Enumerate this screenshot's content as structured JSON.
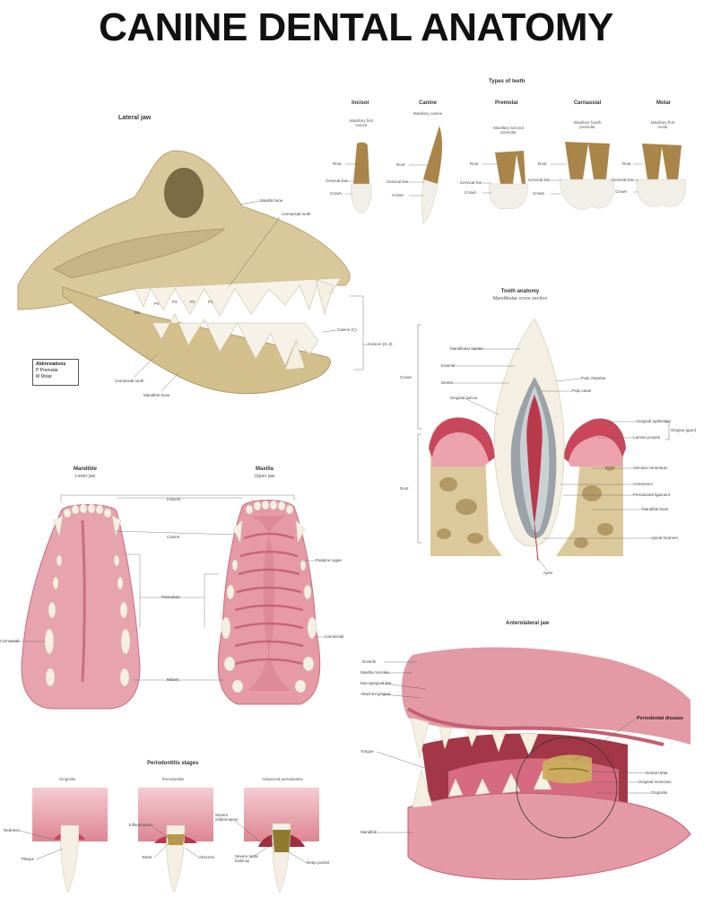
{
  "title": "CANINE DENTAL ANATOMY",
  "lateral": {
    "title": "Lateral jaw",
    "labels": [
      "Maxilla bone",
      "Carnassial tooth",
      "Canine (C)",
      "Incisors (I1-3)",
      "Carnassial tooth",
      "Mandible bone",
      "M1",
      "P4",
      "P3",
      "P2",
      "P1"
    ],
    "abbr_title": "Abbreviations",
    "abbr_p": "P  Premolar",
    "abbr_m": "M  Molar"
  },
  "types": {
    "title": "Types of teeth",
    "teeth": [
      {
        "name": "Incisor",
        "sub": "Maxillary first incisor"
      },
      {
        "name": "Canine",
        "sub": "Maxillary canine"
      },
      {
        "name": "Premolar",
        "sub": "Maxillary second premolar"
      },
      {
        "name": "Carnassial",
        "sub": "Maxillary fourth premolar"
      },
      {
        "name": "Molar",
        "sub": "Maxillary first molar"
      }
    ],
    "parts": [
      "Root",
      "Cervical line",
      "Crown"
    ]
  },
  "anatomy": {
    "title": "Tooth anatomy",
    "subtitle": "Mandibular cross section",
    "left_labels": [
      "Mandibular canine",
      "Enamel",
      "Dentin",
      "Gingival sulcus",
      "Crown",
      "Root"
    ],
    "right_labels": [
      "Pulp chamber",
      "Pulp canal",
      "Gingival epithelium",
      "Gingiva (gum)",
      "Lamina propria",
      "Alveolar cementum",
      "Cementum",
      "Periodontal ligament",
      "Mandible bone",
      "Apical foramen"
    ],
    "apex": "Apex"
  },
  "mandible": {
    "title": "Mandible",
    "sub": "Lower jaw"
  },
  "maxilla": {
    "title": "Maxilla",
    "sub": "Upper jaw"
  },
  "jaw_labels": {
    "incisors": "Incisors",
    "canine": "Canine",
    "premolars": "Premolars",
    "molars": "Molars",
    "carnassial_left": "Carnassial",
    "carnassial_right": "Carnassial",
    "palatine": "Palatine rugae"
  },
  "anterolateral": {
    "title": "Anterolateral jaw",
    "labels": [
      "Nostrils",
      "Maxilla muscles",
      "Mucogingival line",
      "Attached gingiva",
      "Tongue",
      "Mandible"
    ],
    "disease": "Periodontal disease",
    "disease_labels": [
      "Dental tartar",
      "Gingival recession",
      "Gingivitis"
    ]
  },
  "perio": {
    "title": "Periodontitis stages",
    "stages": [
      "Gingivitis",
      "Periodontitis",
      "Advanced periodontitis"
    ],
    "labels": [
      "Redness",
      "Plaque",
      "Inflammation",
      "Tartar",
      "Abscess",
      "Severe inflammation",
      "Severe tartar build-up",
      "Deep pocket"
    ]
  }
}
